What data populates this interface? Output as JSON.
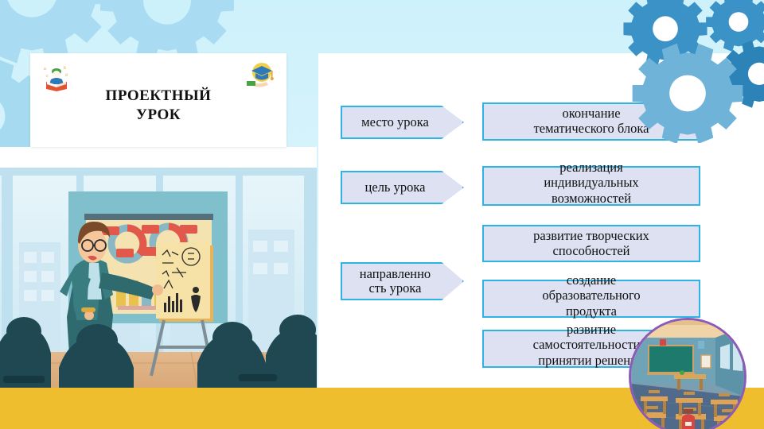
{
  "slide": {
    "title_card": {
      "title": "ПРОЕКТНЫЙ\nУРОК",
      "left_icon": "reading-person-icon",
      "right_icon": "graduation-cap-icon"
    },
    "illustration_alt": "teacher-presenting-illustration",
    "photo_alt": "empty-classroom-photo",
    "colors": {
      "background_top": "#cdf1fb",
      "background_bottom": "#e6f8fd",
      "panel": "#ffffff",
      "shape_fill": "#dde1f2",
      "shape_border": "#2eb3e4",
      "accent_band": "#efbe2e",
      "photo_ring": "#8e5ab8",
      "gear_dark": "#2b88c0",
      "gear_mid": "#63b0d9",
      "gear_light": "#a7d9f0"
    }
  },
  "diagram": {
    "rows": [
      {
        "label": "место урока",
        "items": [
          "окончание\nтематического блока"
        ]
      },
      {
        "label": "цель урока",
        "items": [
          "реализация\nиндивидуальных\nвозможностей"
        ]
      },
      {
        "label": "направленно\nсть урока",
        "items": [
          "развитие творческих\nспособностей",
          "создание\nобразовательного\nпродукта",
          "развитие\nсамостоятельности в\nпринятии решений"
        ]
      }
    ]
  }
}
